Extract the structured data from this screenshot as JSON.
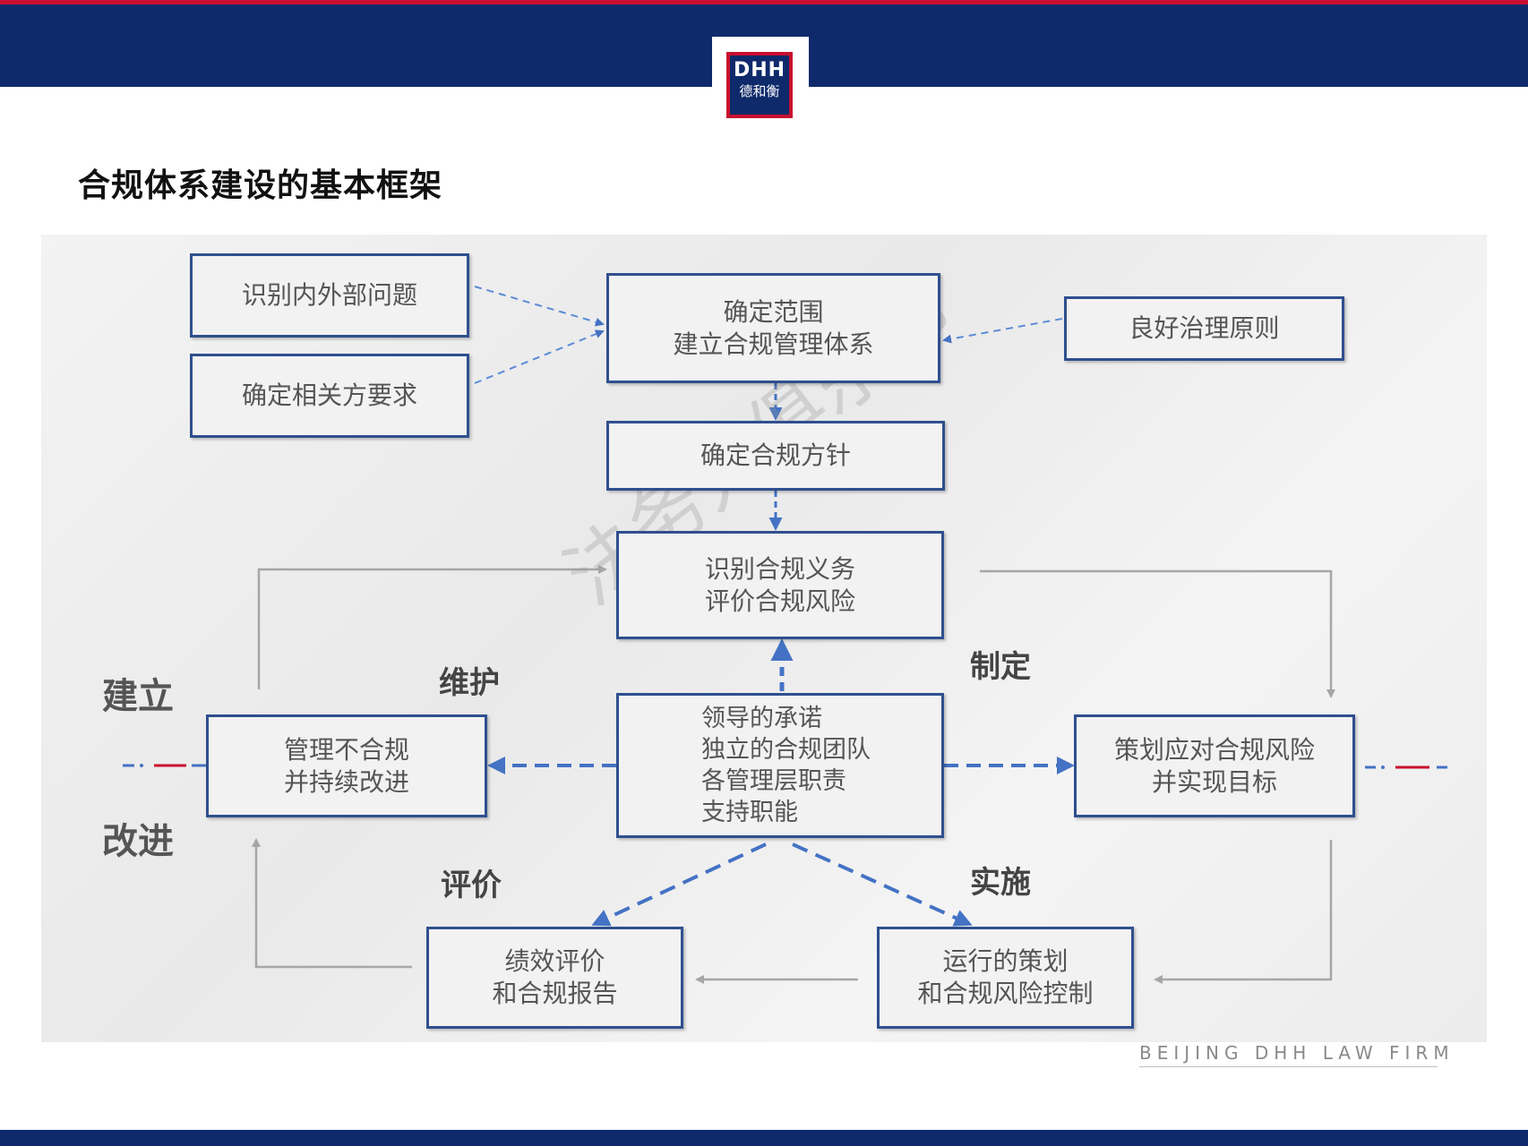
{
  "header": {
    "logo": {
      "mark": "DHH",
      "cn": "德和衡"
    },
    "colors": {
      "brand_navy": "#0e2a6b",
      "brand_red": "#c8102e"
    }
  },
  "title": "合规体系建设的基本框架",
  "diagram": {
    "boxes": {
      "issues": "识别内外部问题",
      "parties": "确定相关方要求",
      "scope": [
        "确定范围",
        "建立合规管理体系"
      ],
      "governance": "良好治理原则",
      "policy": "确定合规方针",
      "identify": [
        "识别合规义务",
        "评价合规风险"
      ],
      "leadership": [
        "领导的承诺",
        "独立的合规团队",
        "各管理层职责",
        "支持职能"
      ],
      "manage": [
        "管理不合规",
        "并持续改进"
      ],
      "plan": [
        "策划应对合规风险",
        "并实现目标"
      ],
      "evaluate": [
        "绩效评价",
        "和合规报告"
      ],
      "operate": [
        "运行的策划",
        "和合规风险控制"
      ]
    },
    "labels": {
      "establish": "建立",
      "improve": "改进",
      "maintain": "维护",
      "formulate": "制定",
      "assess": "评价",
      "implement": "实施"
    },
    "watermark": "法务人俱乐部"
  },
  "footer": {
    "firm": "BEIJING DHH LAW FIRM"
  }
}
